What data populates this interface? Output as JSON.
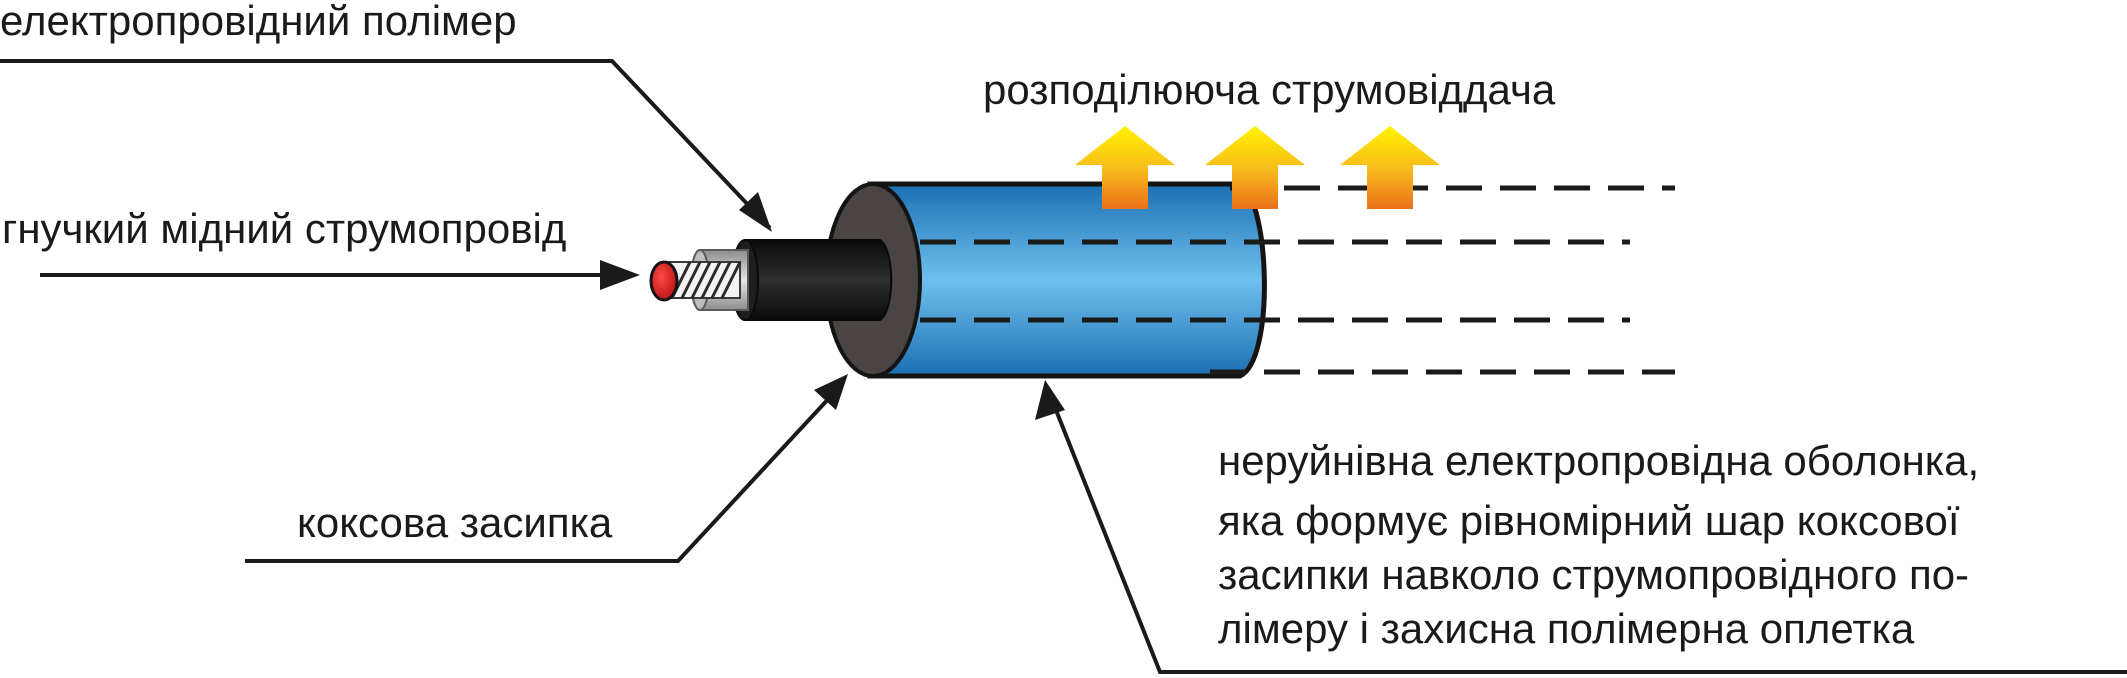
{
  "labels": {
    "conductive_polymer": "електропровідний полімер",
    "flexible_copper_conductor": "гнучкий мідний струмопровід",
    "coke_backfill": "коксова засипка",
    "current_distribution": "розподілююча струмовіддача",
    "jacket_description": [
      "неруйнівна електропровідна оболонка,",
      "яка формує рівномірний шар коксової",
      "засипки навколо струмопровідного по-",
      "лімеру і захисна полімерна оплетка"
    ]
  },
  "colors": {
    "leader_line": "#1a1a1a",
    "jacket_blue": "#2f8fd8",
    "coke_dark": "#4a4443",
    "polymer_black": "#141414",
    "insulation_gray": "#a9a9a9",
    "copper_core": "#e01b22",
    "arrow_top": "#ffe600",
    "arrow_bottom": "#ef7d1a"
  }
}
